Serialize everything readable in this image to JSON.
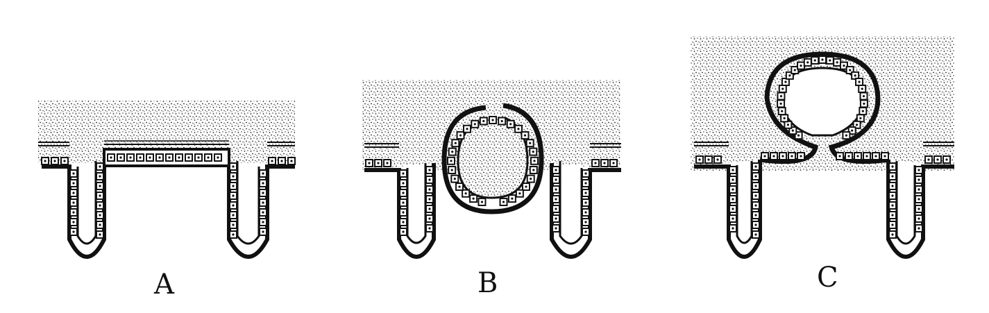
{
  "panels": [
    {
      "id": "A",
      "label": "A"
    },
    {
      "id": "B",
      "label": "B"
    },
    {
      "id": "C",
      "label": "C"
    }
  ],
  "colors": {
    "ink": "#111111",
    "background": "#ffffff",
    "cell_fill": "#ffffff"
  }
}
